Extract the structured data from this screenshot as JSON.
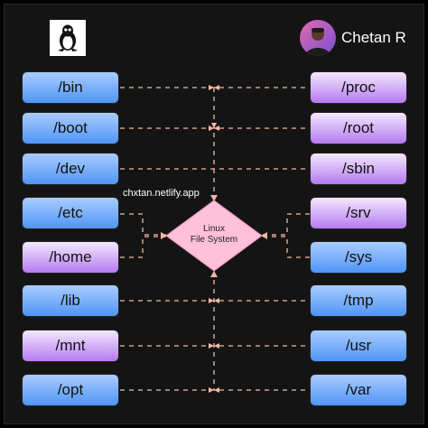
{
  "header": {
    "logo_icon": "linux-tux-icon",
    "author_name": "Chetan R",
    "avatar_icon": "person-avatar-icon"
  },
  "watermark": "chxtan.netlify.app",
  "center": {
    "line1": "Linux",
    "line2": "File System",
    "fill": "#ffc0da"
  },
  "left_dirs": [
    "/bin",
    "/boot",
    "/dev",
    "/etc",
    "/home",
    "/lib",
    "/mnt",
    "/opt"
  ],
  "right_dirs": [
    "/proc",
    "/root",
    "/sbin",
    "/srv",
    "/sys",
    "/tmp",
    "/usr",
    "/var"
  ],
  "colors": {
    "connector": "#f4b9a4",
    "blue_box": "#5a9cf5",
    "purple_box": "#c08cf2"
  }
}
